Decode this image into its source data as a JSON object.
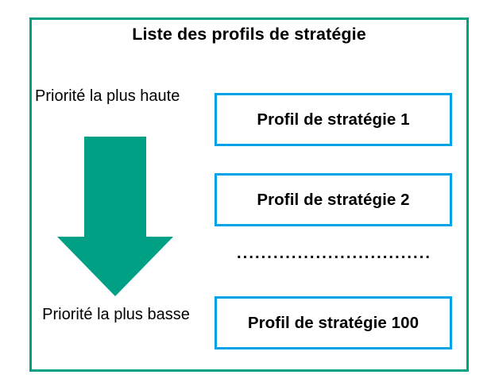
{
  "diagram": {
    "title": "Liste des profils de stratégie",
    "frame_border_color": "#00a085",
    "background_color": "#ffffff"
  },
  "priority_axis": {
    "top_label": "Priorité la plus haute",
    "bottom_label": "Priorité la plus basse",
    "arrow": {
      "icon": "down-arrow-icon",
      "direction": "down",
      "color": "#00a085"
    }
  },
  "profiles": {
    "box_border_color": "#00a2e8",
    "items": [
      {
        "label": "Profil de stratégie 1"
      },
      {
        "label": "Profil de stratégie 2"
      },
      {
        "label": "Profil de stratégie 100"
      }
    ],
    "ellipsis": "..........................................."
  }
}
